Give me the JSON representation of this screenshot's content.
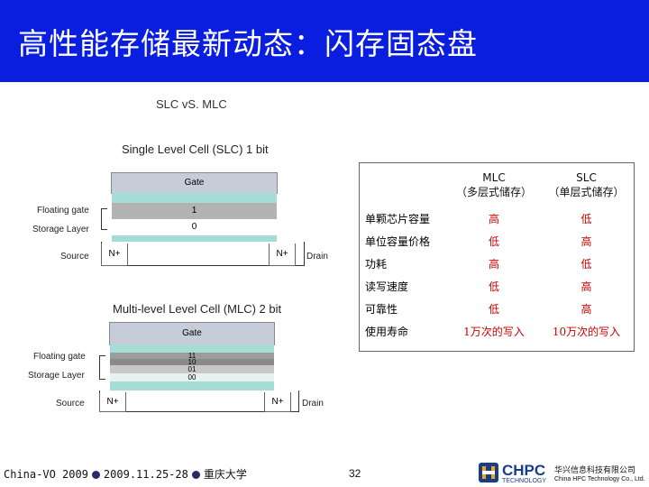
{
  "title": "高性能存储最新动态：闪存固态盘",
  "subtitle": "SLC vS. MLC",
  "slc_diagram": {
    "heading": "Single Level Cell (SLC) 1 bit",
    "gate_label": "Gate",
    "floating_gate_label": "Floating gate",
    "storage_layer_label": "Storage Layer",
    "bit_top": "1",
    "bit_bottom": "0",
    "source_label": "Source",
    "drain_label": "Drain",
    "n_plus_left": "N+",
    "n_plus_right": "N+"
  },
  "mlc_diagram": {
    "heading": "Multi-level Level Cell (MLC) 2 bit",
    "gate_label": "Gate",
    "floating_gate_label": "Floating gate",
    "storage_layer_label": "Storage Layer",
    "bits": [
      "11",
      "10",
      "01",
      "00"
    ],
    "source_label": "Source",
    "drain_label": "Drain",
    "n_plus_left": "N+",
    "n_plus_right": "N+"
  },
  "comparison": {
    "col_mlc_1": "MLC",
    "col_mlc_2": "（多层式储存）",
    "col_slc_1": "SLC",
    "col_slc_2": "（单层式储存）",
    "rows": [
      {
        "label": "单颗芯片容量",
        "mlc": "高",
        "slc": "低"
      },
      {
        "label": "单位容量价格",
        "mlc": "低",
        "slc": "高"
      },
      {
        "label": "功耗",
        "mlc": "高",
        "slc": "低"
      },
      {
        "label": "读写速度",
        "mlc": "低",
        "slc": "高"
      },
      {
        "label": "可靠性",
        "mlc": "低",
        "slc": "高"
      },
      {
        "label": "使用寿命",
        "mlc": "1万次的写入",
        "slc": "10万次的写入"
      }
    ]
  },
  "footer": {
    "conf": "China-VO 2009",
    "date": "2009.11.25-28",
    "venue": "重庆大学",
    "page": "32",
    "logo_text": "CHPC",
    "logo_sub": "TECHNOLOGY",
    "company_cn": "华兴信息科技有限公司",
    "company_en": "China HPC Technology Co., Ltd."
  },
  "colors": {
    "title_bg": "#0a1ee0",
    "value_red": "#cc0000"
  }
}
